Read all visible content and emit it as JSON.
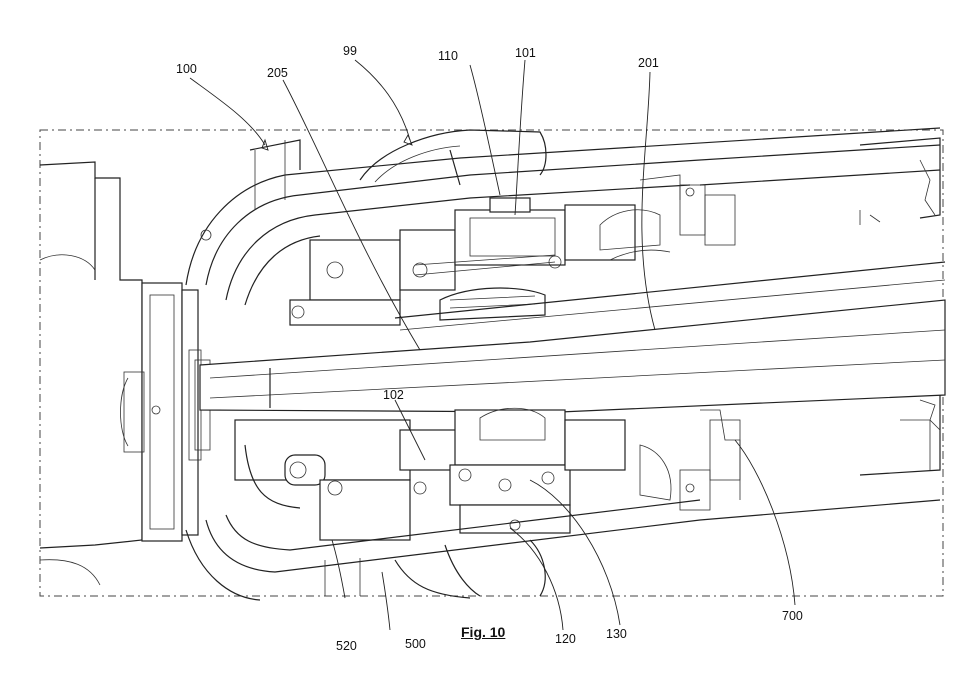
{
  "figure": {
    "caption": "Fig. 10"
  },
  "reference_numerals": [
    {
      "id": "r99",
      "text": "99"
    },
    {
      "id": "r100",
      "text": "100"
    },
    {
      "id": "r101",
      "text": "101"
    },
    {
      "id": "r102",
      "text": "102"
    },
    {
      "id": "r110",
      "text": "110"
    },
    {
      "id": "r120",
      "text": "120"
    },
    {
      "id": "r130",
      "text": "130"
    },
    {
      "id": "r201",
      "text": "201"
    },
    {
      "id": "r205",
      "text": "205"
    },
    {
      "id": "r500",
      "text": "500"
    },
    {
      "id": "r520",
      "text": "520"
    },
    {
      "id": "r700",
      "text": "700"
    }
  ]
}
